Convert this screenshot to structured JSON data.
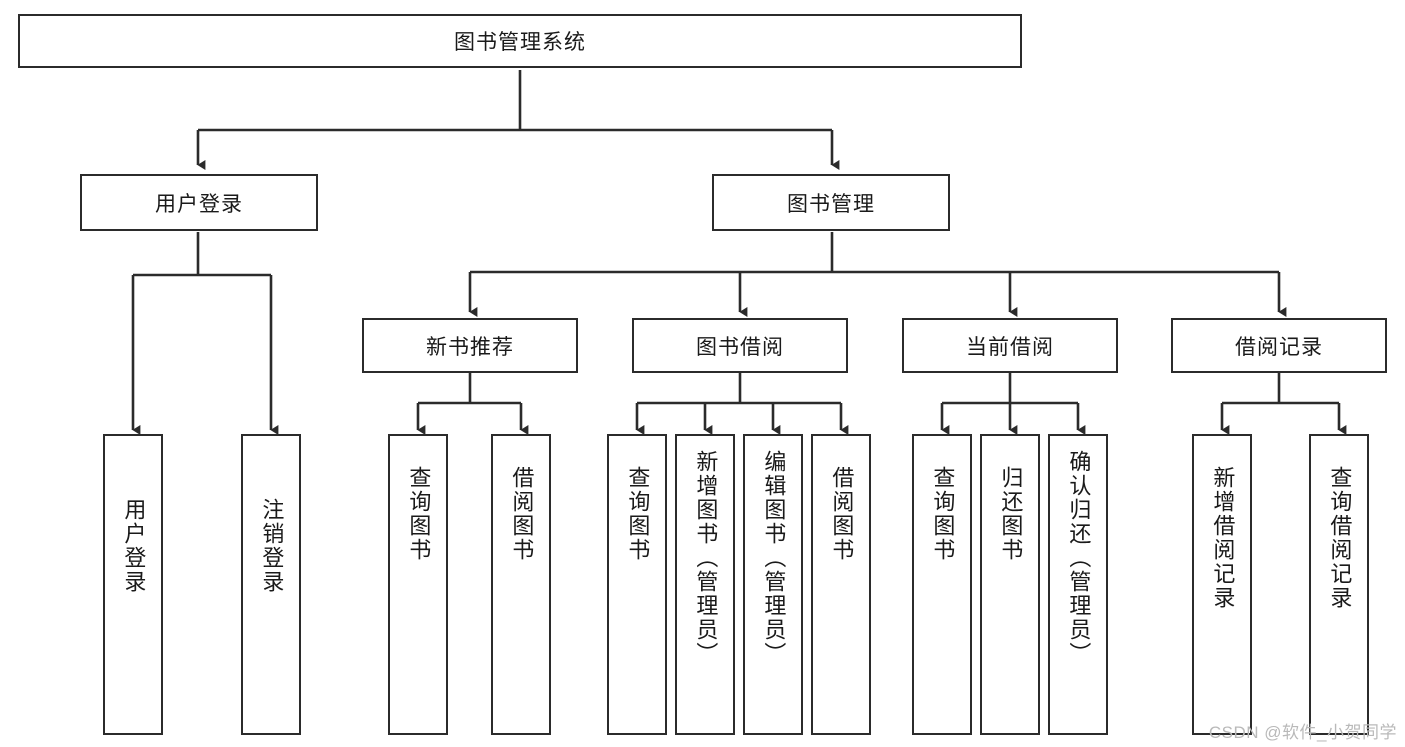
{
  "diagram": {
    "type": "tree",
    "title": "图书管理系统",
    "root": {
      "label": "图书管理系统"
    },
    "level1": [
      {
        "label": "用户登录"
      },
      {
        "label": "图书管理"
      }
    ],
    "level2": [
      {
        "label": "新书推荐"
      },
      {
        "label": "图书借阅"
      },
      {
        "label": "当前借阅"
      },
      {
        "label": "借阅记录"
      }
    ],
    "leaves": {
      "user_login": [
        {
          "label": "用户登录"
        },
        {
          "label": "注销登录"
        }
      ],
      "new_book_recommend": [
        {
          "label": "查询图书"
        },
        {
          "label": "借阅图书"
        }
      ],
      "book_borrow": [
        {
          "label": "查询图书"
        },
        {
          "label": "新增图书（管理员）"
        },
        {
          "label": "编辑图书（管理员）"
        },
        {
          "label": "借阅图书"
        }
      ],
      "current_borrow": [
        {
          "label": "查询图书"
        },
        {
          "label": "归还图书"
        },
        {
          "label": "确认归还（管理员）"
        }
      ],
      "borrow_records": [
        {
          "label": "新增借阅记录"
        },
        {
          "label": "查询借阅记录"
        }
      ]
    }
  },
  "watermark": {
    "text": "CSDN @软件_小贺同学"
  },
  "colors": {
    "stroke": "#2b2b2b",
    "fill": "#ffffff",
    "text": "#1a1a1a",
    "watermark": "#b9b9b9"
  }
}
